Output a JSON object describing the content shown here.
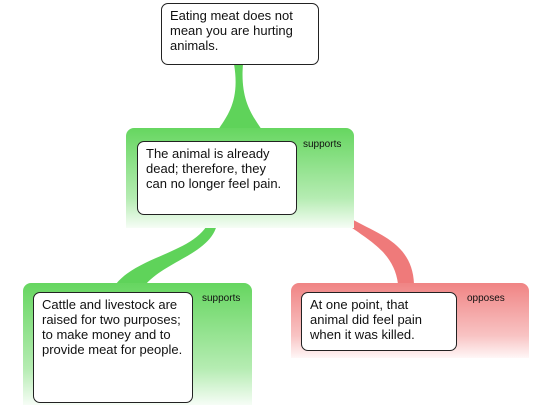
{
  "root": {
    "text": "Eating meat does not mean you are hurting animals."
  },
  "arguments": [
    {
      "id": "a1",
      "relation": "supports",
      "text": "The animal is already dead; therefore, they can no longer feel pain."
    },
    {
      "id": "a2",
      "relation": "supports",
      "text": "Cattle and livestock are raised for two purposes; to make money and to provide meat for people."
    },
    {
      "id": "a3",
      "relation": "opposes",
      "text": "At one point, that animal did feel pain when it was killed."
    }
  ],
  "colors": {
    "supports": "#5fd35a",
    "opposes": "#ef7a7a"
  }
}
